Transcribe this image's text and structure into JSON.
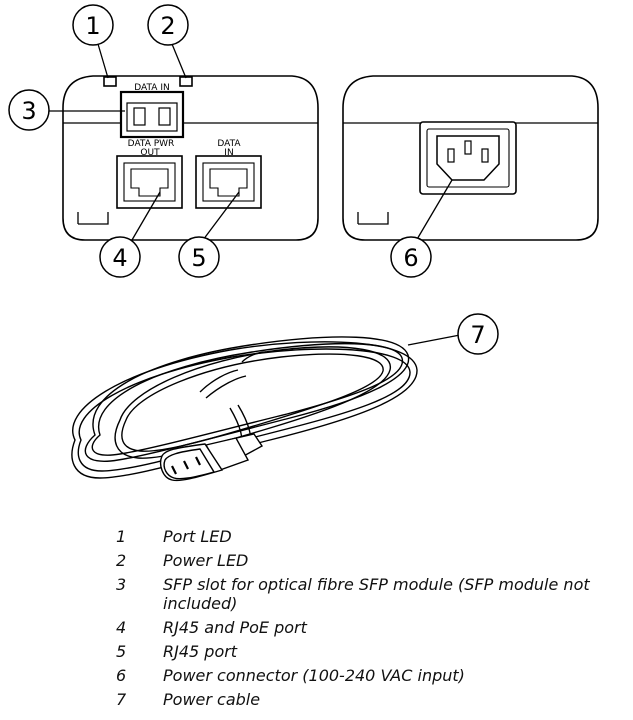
{
  "device_labels": {
    "data_in_top": "DATA IN",
    "data_pwr_out_1": "DATA  PWR",
    "data_pwr_out_2": "OUT",
    "data_in_port_1": "DATA",
    "data_in_port_2": "IN"
  },
  "callouts": [
    "1",
    "2",
    "3",
    "4",
    "5",
    "6",
    "7"
  ],
  "legend": [
    {
      "num": "1",
      "text": "Port LED"
    },
    {
      "num": "2",
      "text": "Power LED"
    },
    {
      "num": "3",
      "text": "SFP slot for optical fibre SFP module (SFP module not included)"
    },
    {
      "num": "4",
      "text": "RJ45 and PoE port"
    },
    {
      "num": "5",
      "text": "RJ45 port"
    },
    {
      "num": "6",
      "text": "Power connector (100-240 VAC input)"
    },
    {
      "num": "7",
      "text": "Power cable"
    }
  ]
}
